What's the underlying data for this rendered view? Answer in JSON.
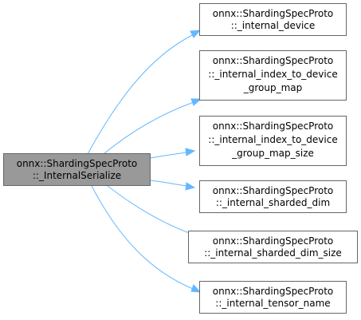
{
  "source": {
    "lines": [
      "onnx::ShardingSpecProto",
      "::_InternalSerialize"
    ]
  },
  "targets": [
    {
      "id": "internal-device",
      "lines": [
        "onnx::ShardingSpecProto",
        "::_internal_device"
      ]
    },
    {
      "id": "internal-index-to-device-group-map",
      "lines": [
        "onnx::ShardingSpecProto",
        "::_internal_index_to_device",
        "_group_map"
      ]
    },
    {
      "id": "internal-index-to-device-group-map-size",
      "lines": [
        "onnx::ShardingSpecProto",
        "::_internal_index_to_device",
        "_group_map_size"
      ]
    },
    {
      "id": "internal-sharded-dim",
      "lines": [
        "onnx::ShardingSpecProto",
        "::_internal_sharded_dim"
      ]
    },
    {
      "id": "internal-sharded-dim-size",
      "lines": [
        "onnx::ShardingSpecProto",
        "::_internal_sharded_dim_size"
      ]
    },
    {
      "id": "internal-tensor-name",
      "lines": [
        "onnx::ShardingSpecProto",
        "::_internal_tensor_name"
      ]
    }
  ],
  "colors": {
    "edge": "#63b8ff",
    "source_fill": "#999999",
    "node_border": "#666666"
  }
}
